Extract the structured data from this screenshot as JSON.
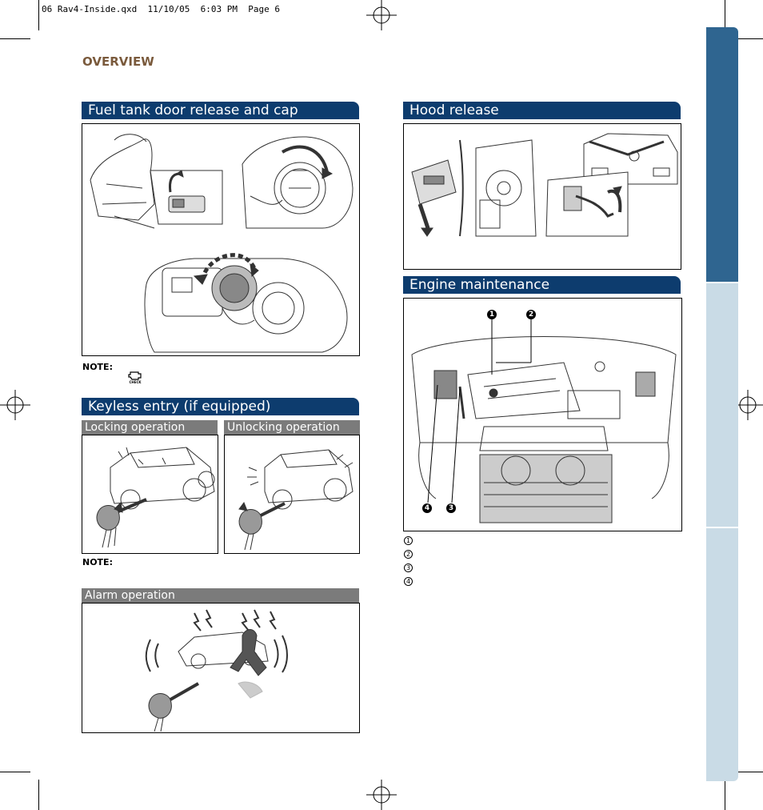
{
  "slug": "06 Rav4-Inside.qxd  11/10/05  6:03 PM  Page 6",
  "overview": "OVERVIEW",
  "sections": {
    "fuel": {
      "title": "Fuel tank door release and cap",
      "note": "NOTE:"
    },
    "keyless": {
      "title": "Keyless entry (if equipped)",
      "locking": "Locking operation",
      "unlocking": "Unlocking operation",
      "note": "NOTE:",
      "alarm": "Alarm operation"
    },
    "hood": {
      "title": "Hood release"
    },
    "engine": {
      "title": "Engine maintenance",
      "callouts": [
        "1",
        "2",
        "3",
        "4"
      ]
    }
  },
  "check_icon_label": "CHECK",
  "colors": {
    "section_bar": "#0d3c6e",
    "sub_bar": "#7b7b7b",
    "overview_text": "#7a5a3c",
    "tab_dark": "#2f6590",
    "tab_light": "#c9dbe6"
  }
}
